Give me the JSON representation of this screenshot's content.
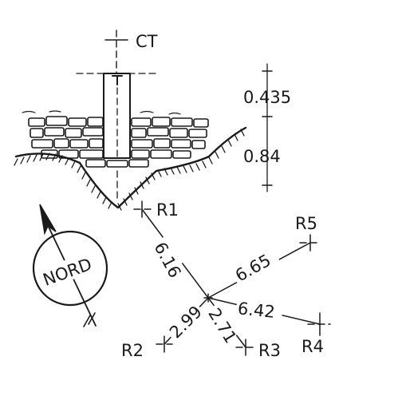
{
  "labels": {
    "ct": "CT",
    "dim_top": "0.435",
    "dim_bottom": "0.84",
    "r1": "R1",
    "r2": "R2",
    "r3": "R3",
    "r4": "R4",
    "r5": "R5",
    "d_r1": "6.16",
    "d_r5": "6.65",
    "d_r4": "6.42",
    "d_r2": "2.99",
    "d_r3": "2.71",
    "compass": "NORD"
  },
  "colors": {
    "ink": "#1a1a1a",
    "paper": "#ffffff"
  }
}
